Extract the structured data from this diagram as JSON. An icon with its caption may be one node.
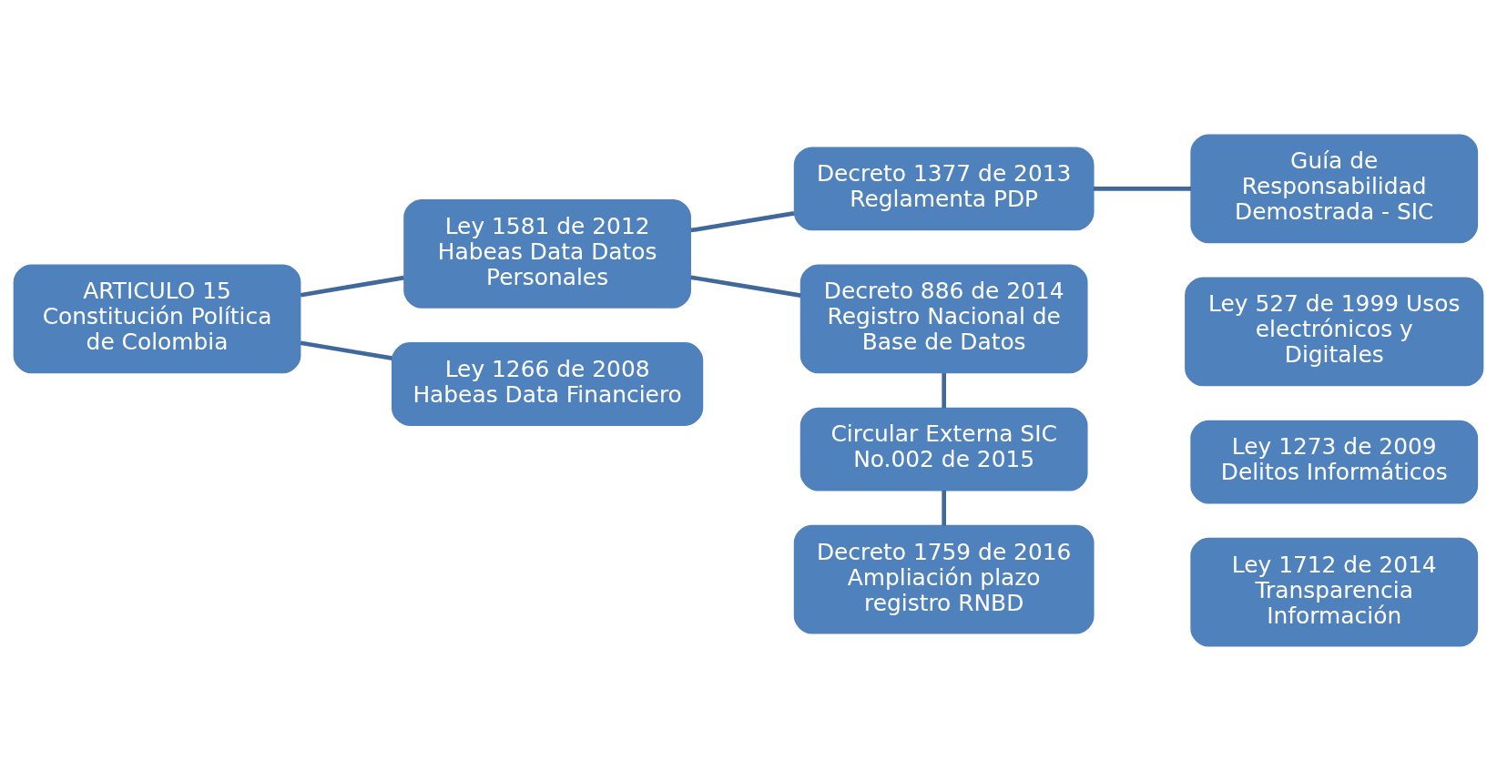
{
  "diagram": {
    "nodes": [
      {
        "text": [
          "ARTICULO 15 Constitución Política de Colombia"
        ]
      },
      {
        "text": [
          "Ley 1581 de 2012 Habeas Data Datos Personales"
        ]
      },
      {
        "text": [
          "Ley 1266 de 2008 Habeas Data Financiero"
        ]
      },
      {
        "text": [
          "Decreto 1377 de 2013 Reglamenta PDP"
        ]
      },
      {
        "text": [
          "Guía de Responsabilidad Demostrada - SIC"
        ]
      },
      {
        "text": [
          "Decreto 886 de 2014 Registro Nacional de Base de Datos"
        ]
      },
      {
        "text": [
          "Circular Externa SIC No.002 de 2015"
        ]
      },
      {
        "text": [
          "Decreto 1759 de 2016 Ampliación plazo registro RNBD"
        ]
      },
      {
        "text": [
          "Ley 527 de 1999 Usos electrónicos y Digitales"
        ]
      },
      {
        "text": [
          "Ley 1273 de 2009 Delitos Informáticos"
        ]
      },
      {
        "text": [
          "Ley 1712 de 2014 Transparencia Información"
        ]
      }
    ],
    "edges": [
      {
        "from": 0,
        "to": 1,
        "arrow": "none"
      },
      {
        "from": 0,
        "to": 2,
        "arrow": "none"
      },
      {
        "from": 1,
        "to": 3,
        "arrow": "none"
      },
      {
        "from": 1,
        "to": 5,
        "arrow": "none"
      },
      {
        "from": 3,
        "to": 4,
        "arrow": "none"
      },
      {
        "from": 5,
        "to": 6,
        "arrow": "none"
      },
      {
        "from": 6,
        "to": 7,
        "arrow": "none"
      }
    ]
  }
}
